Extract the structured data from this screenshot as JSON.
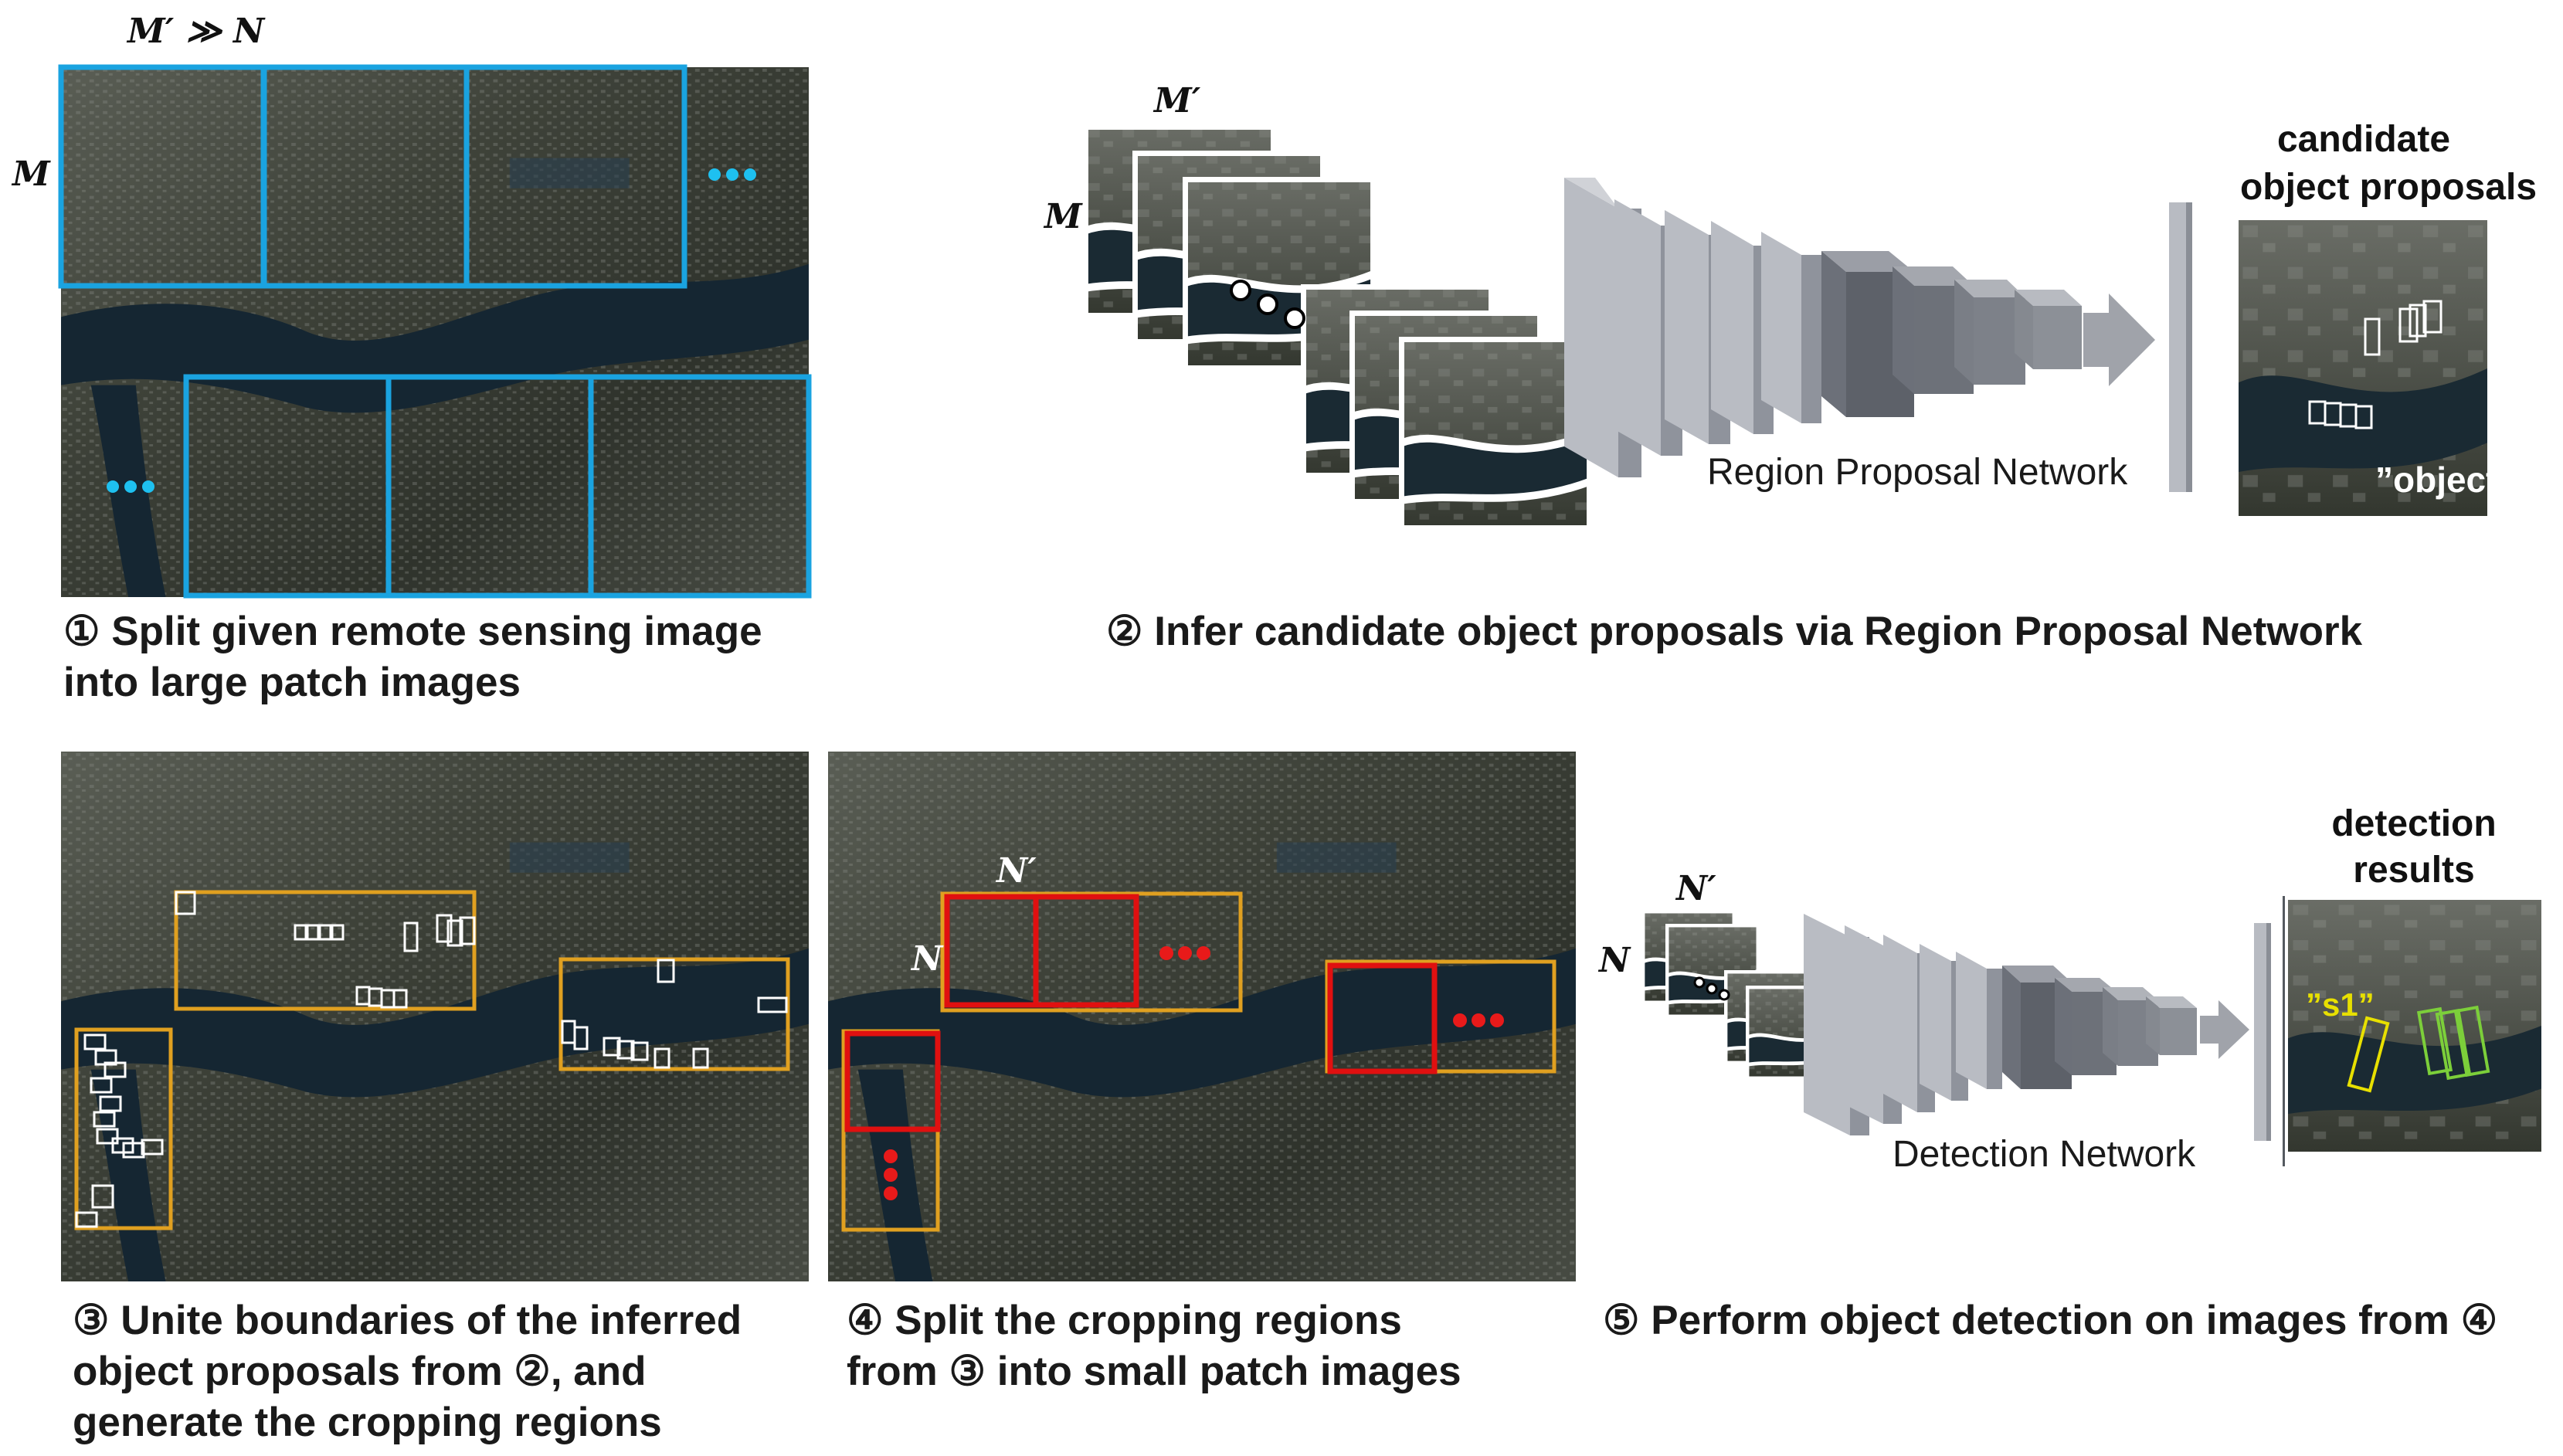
{
  "panel1": {
    "top_label": "M′ ≫ N",
    "side_label": "M",
    "caption_line1": "① Split given remote sensing image",
    "caption_line2": "into large patch images"
  },
  "panel2": {
    "top_label": "M′",
    "side_label": "M",
    "network_label": "Region Proposal Network",
    "output_title_line1": "candidate",
    "output_title_line2": "object proposals",
    "output_tag": "”object”",
    "caption": "② Infer candidate object proposals via Region Proposal Network"
  },
  "panel3": {
    "caption_line1": "③ Unite boundaries of the inferred",
    "caption_line2": "object proposals from ②, and",
    "caption_line3": "generate the cropping regions"
  },
  "panel4": {
    "top_label": "N′",
    "side_label": "N",
    "caption_line1": "④ Split the cropping regions",
    "caption_line2": "from ③ into small patch images"
  },
  "panel5": {
    "top_label": "N′",
    "side_label": "N",
    "network_label": "Detection Network",
    "output_title_line1": "detection",
    "output_title_line2": "results",
    "output_tag": "”s1”",
    "caption": "⑤ Perform object detection on images from ④"
  },
  "colors": {
    "patch_blue": "#1aa3e0",
    "crop_orange": "#e0a020",
    "split_red": "#e01010",
    "detect_yellow": "#e8e000",
    "detect_green": "#7ccf3a",
    "network_gray": "#9fa2ab"
  }
}
